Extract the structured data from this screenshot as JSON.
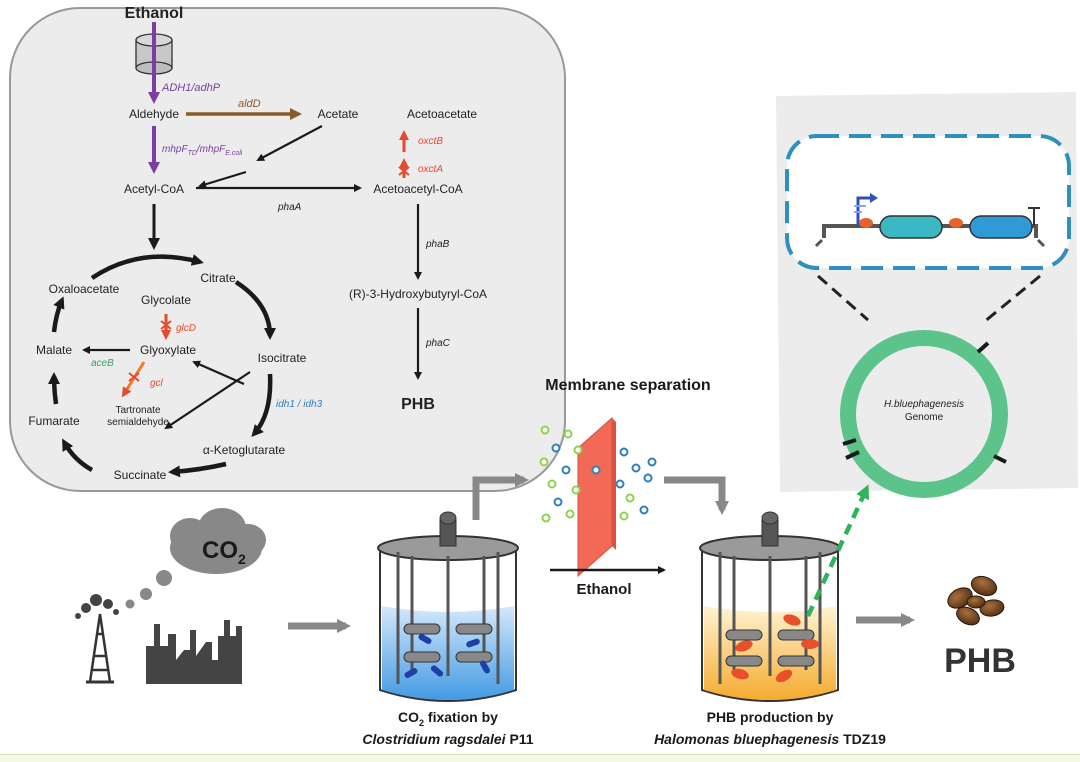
{
  "pathway": {
    "ethanol": "Ethanol",
    "aldehyde": "Aldehyde",
    "acetate": "Acetate",
    "acetoacetate": "Acetoacetate",
    "acetyl_coa": "Acetyl-CoA",
    "acetoacetyl_coa": "Acetoacetyl-CoA",
    "hydroxybutyryl_coa": "(R)-3-Hydroxybutyryl-CoA",
    "phb": "PHB",
    "citrate": "Citrate",
    "oxaloacetate": "Oxaloacetate",
    "glycolate": "Glycolate",
    "glyoxylate": "Glyoxylate",
    "malate": "Malate",
    "isocitrate": "Isocitrate",
    "fumarate": "Fumarate",
    "tartronate_1": "Tartronate",
    "tartronate_2": "semialdehyde",
    "ketoglutarate": "α-Ketoglutarate",
    "succinate": "Succinate"
  },
  "genes": {
    "adh": "ADH1/adhP",
    "ald": "aldD",
    "mhp_a": "mhpF",
    "mhp_a_sub": "TD",
    "mhp_b": "/mhpF",
    "mhp_b_sub": "E.coli",
    "oxctb": "oxctB",
    "oxcta": "oxctA",
    "phaa": "phaA",
    "phab": "phaB",
    "phac": "phaC",
    "glcd": "glcD",
    "aceb": "aceB",
    "gcl": "gcl",
    "idh": "idh1 / idh3"
  },
  "process": {
    "co2_main": "CO",
    "co2_sub": "2",
    "membrane": "Membrane separation",
    "ethanol": "Ethanol",
    "phb": "PHB",
    "genome_1": "H.bluephagenesis",
    "genome_2": "Genome",
    "caption_left_1a": "CO",
    "caption_left_1sub": "2",
    "caption_left_1b": " fixation by",
    "caption_left_2a": "Clostridium ragsdalei",
    "caption_left_2b": " P11",
    "caption_right_1": "PHB production  by",
    "caption_right_2a": "Halomonas bluephagenesis",
    "caption_right_2b": " TDZ19"
  },
  "colors": {
    "purple": "#7a3fa0",
    "brown": "#8a5a2b",
    "red": "#e8482c",
    "green": "#3aa35c",
    "blue": "#2f7fc0",
    "genome_green": "#5cc48a",
    "membrane": "#f26a55",
    "panel_bg": "#e9e9e9"
  }
}
